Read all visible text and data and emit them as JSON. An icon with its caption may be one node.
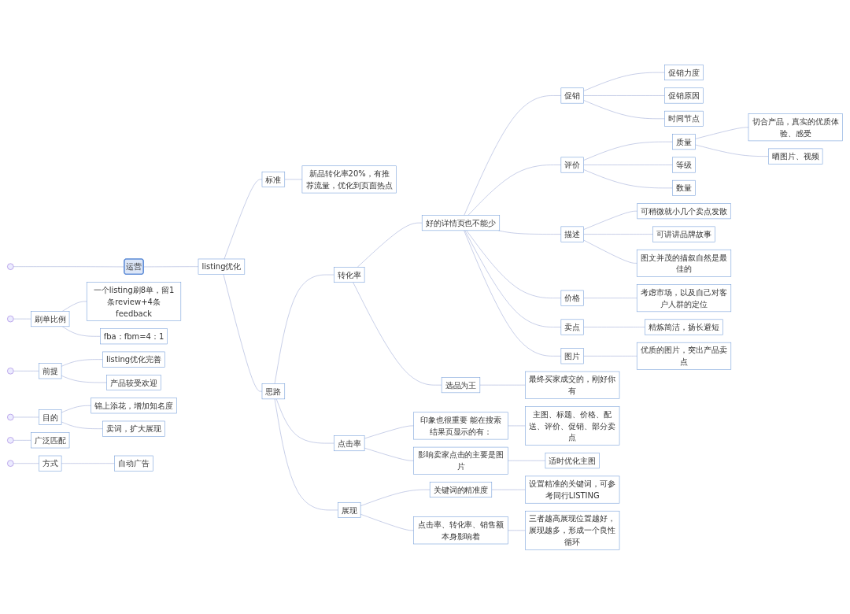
{
  "diagram": {
    "nodes": [
      {
        "text": [
          "运营"
        ]
      },
      {
        "text": [
          "listing优化"
        ]
      },
      {
        "text": [
          "刷单比例"
        ]
      },
      {
        "text": [
          "fba：fbm=4：1"
        ]
      },
      {
        "text": [
          "一个listing刷8单，留1条review+4条feedback"
        ]
      },
      {
        "text": [
          "思路"
        ]
      },
      {
        "text": [
          "展现"
        ]
      },
      {
        "text": [
          "点击率、转化率、销售额本身影响着"
        ]
      },
      {
        "text": [
          "三者越高展现位置越好，展现越多，形成一个良性循环"
        ]
      },
      {
        "text": [
          "关键词的精准度"
        ]
      },
      {
        "text": [
          "设置精准的关键词，可参考同行LISTING"
        ]
      },
      {
        "text": [
          "点击率"
        ]
      },
      {
        "text": [
          "影响卖家点击的主要是图片"
        ]
      },
      {
        "text": [
          "适时优化主图"
        ]
      },
      {
        "text": [
          "印象也很重要 能在搜索结果页显示的有："
        ]
      },
      {
        "text": [
          "主图、标题、价格、配送、评价、促销、部分卖点"
        ]
      },
      {
        "text": [
          "转化率"
        ]
      },
      {
        "text": [
          "选品为王"
        ]
      },
      {
        "text": [
          "最终买家成交的，刚好你有"
        ]
      },
      {
        "text": [
          "好的详情页也不能少"
        ]
      },
      {
        "text": [
          "图片"
        ]
      },
      {
        "text": [
          "优质的图片，突出产品卖点"
        ]
      },
      {
        "text": [
          "卖点"
        ]
      },
      {
        "text": [
          "精炼简洁，扬长避短"
        ]
      },
      {
        "text": [
          "价格"
        ]
      },
      {
        "text": [
          "考虑市场，以及自己对客户人群的定位"
        ]
      },
      {
        "text": [
          "描述"
        ]
      },
      {
        "text": [
          "图文并茂的描叙自然是最佳的"
        ]
      },
      {
        "text": [
          "可讲讲品牌故事"
        ]
      },
      {
        "text": [
          "可稍微就小几个卖点发散"
        ]
      },
      {
        "text": [
          "评价"
        ]
      },
      {
        "text": [
          "数量"
        ]
      },
      {
        "text": [
          "等级"
        ]
      },
      {
        "text": [
          "质量"
        ]
      },
      {
        "text": [
          "切合产品，真实的优质体验、感受"
        ]
      },
      {
        "text": [
          "晒图片、视频"
        ]
      },
      {
        "text": [
          "促销"
        ]
      },
      {
        "text": [
          "时间节点"
        ]
      },
      {
        "text": [
          "促销原因"
        ]
      },
      {
        "text": [
          "促销力度"
        ]
      },
      {
        "text": [
          "标准"
        ]
      },
      {
        "text": [
          "新品转化率20%，有推荐流量，优化到页面热点"
        ]
      },
      {
        "text": [
          "前提"
        ]
      },
      {
        "text": [
          "产品较受欢迎"
        ]
      },
      {
        "text": [
          "listing优化完善"
        ]
      },
      {
        "text": [
          "目的"
        ]
      },
      {
        "text": [
          "卖词，扩大展现"
        ]
      },
      {
        "text": [
          "锦上添花，增加知名度"
        ]
      },
      {
        "text": [
          "方式"
        ]
      },
      {
        "text": [
          "自动广告"
        ]
      },
      {
        "text": [
          "广泛匹配"
        ]
      }
    ],
    "edges": [
      {
        "from": null,
        "to": 0,
        "arrow": "none"
      },
      {
        "from": 0,
        "to": 1,
        "arrow": "none"
      },
      {
        "from": null,
        "to": 2,
        "arrow": "none"
      },
      {
        "from": 2,
        "to": 3,
        "arrow": "none"
      },
      {
        "from": 2,
        "to": 4,
        "arrow": "none"
      },
      {
        "from": 1,
        "to": 5,
        "arrow": "none"
      },
      {
        "from": 5,
        "to": 6,
        "arrow": "none"
      },
      {
        "from": 6,
        "to": 7,
        "arrow": "none"
      },
      {
        "from": 7,
        "to": 8,
        "arrow": "none"
      },
      {
        "from": 6,
        "to": 9,
        "arrow": "none"
      },
      {
        "from": 9,
        "to": 10,
        "arrow": "none"
      },
      {
        "from": 5,
        "to": 11,
        "arrow": "none"
      },
      {
        "from": 11,
        "to": 12,
        "arrow": "none"
      },
      {
        "from": 12,
        "to": 13,
        "arrow": "none"
      },
      {
        "from": 11,
        "to": 14,
        "arrow": "none"
      },
      {
        "from": 14,
        "to": 15,
        "arrow": "none"
      },
      {
        "from": 5,
        "to": 16,
        "arrow": "none"
      },
      {
        "from": 16,
        "to": 17,
        "arrow": "none"
      },
      {
        "from": 17,
        "to": 18,
        "arrow": "none"
      },
      {
        "from": 16,
        "to": 19,
        "arrow": "none"
      },
      {
        "from": 19,
        "to": 20,
        "arrow": "none"
      },
      {
        "from": 20,
        "to": 21,
        "arrow": "none"
      },
      {
        "from": 19,
        "to": 22,
        "arrow": "none"
      },
      {
        "from": 22,
        "to": 23,
        "arrow": "none"
      },
      {
        "from": 19,
        "to": 24,
        "arrow": "none"
      },
      {
        "from": 24,
        "to": 25,
        "arrow": "none"
      },
      {
        "from": 19,
        "to": 26,
        "arrow": "none"
      },
      {
        "from": 26,
        "to": 27,
        "arrow": "none"
      },
      {
        "from": 26,
        "to": 28,
        "arrow": "none"
      },
      {
        "from": 26,
        "to": 29,
        "arrow": "none"
      },
      {
        "from": 19,
        "to": 30,
        "arrow": "none"
      },
      {
        "from": 30,
        "to": 31,
        "arrow": "none"
      },
      {
        "from": 30,
        "to": 32,
        "arrow": "none"
      },
      {
        "from": 30,
        "to": 33,
        "arrow": "none"
      },
      {
        "from": 33,
        "to": 34,
        "arrow": "none"
      },
      {
        "from": 33,
        "to": 35,
        "arrow": "none"
      },
      {
        "from": 19,
        "to": 36,
        "arrow": "none"
      },
      {
        "from": 36,
        "to": 37,
        "arrow": "none"
      },
      {
        "from": 36,
        "to": 38,
        "arrow": "none"
      },
      {
        "from": 36,
        "to": 39,
        "arrow": "none"
      },
      {
        "from": 1,
        "to": 40,
        "arrow": "none"
      },
      {
        "from": 40,
        "to": 41,
        "arrow": "none"
      },
      {
        "from": null,
        "to": 42,
        "arrow": "none"
      },
      {
        "from": 42,
        "to": 43,
        "arrow": "none"
      },
      {
        "from": 42,
        "to": 44,
        "arrow": "none"
      },
      {
        "from": null,
        "to": 45,
        "arrow": "none"
      },
      {
        "from": 45,
        "to": 46,
        "arrow": "none"
      },
      {
        "from": 45,
        "to": 47,
        "arrow": "none"
      },
      {
        "from": null,
        "to": 48,
        "arrow": "none"
      },
      {
        "from": 48,
        "to": 49,
        "arrow": "none"
      },
      {
        "from": null,
        "to": 50,
        "arrow": "none"
      }
    ]
  }
}
